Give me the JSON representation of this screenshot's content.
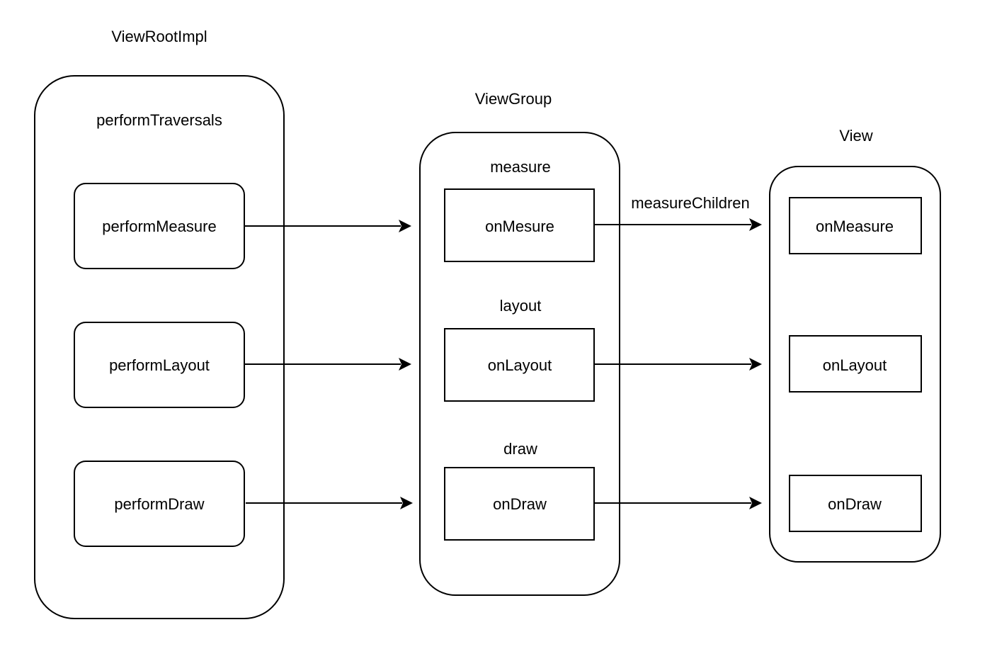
{
  "columns": {
    "viewrootimpl": {
      "title": "ViewRootImpl",
      "subtitle": "performTraversals",
      "items": [
        "performMeasure",
        "performLayout",
        "performDraw"
      ]
    },
    "viewgroup": {
      "title": "ViewGroup",
      "sections": [
        {
          "label": "measure",
          "item": "onMesure"
        },
        {
          "label": "layout",
          "item": "onLayout"
        },
        {
          "label": "draw",
          "item": "onDraw"
        }
      ]
    },
    "view": {
      "title": "View",
      "items": [
        "onMeasure",
        "onLayout",
        "onDraw"
      ]
    }
  },
  "edges": [
    {
      "from": "performMeasure",
      "to": "onMesure",
      "label": ""
    },
    {
      "from": "performLayout",
      "to": "onLayout",
      "label": ""
    },
    {
      "from": "performDraw",
      "to": "onDraw",
      "label": ""
    },
    {
      "from": "onMesure",
      "to": "onMeasure",
      "label": "measureChildren"
    },
    {
      "from": "onLayout",
      "to": "onLayout",
      "label": ""
    },
    {
      "from": "onDraw",
      "to": "onDraw",
      "label": ""
    }
  ],
  "colors": {
    "stroke": "#000000",
    "fill": "#ffffff",
    "background": "#ffffff"
  }
}
